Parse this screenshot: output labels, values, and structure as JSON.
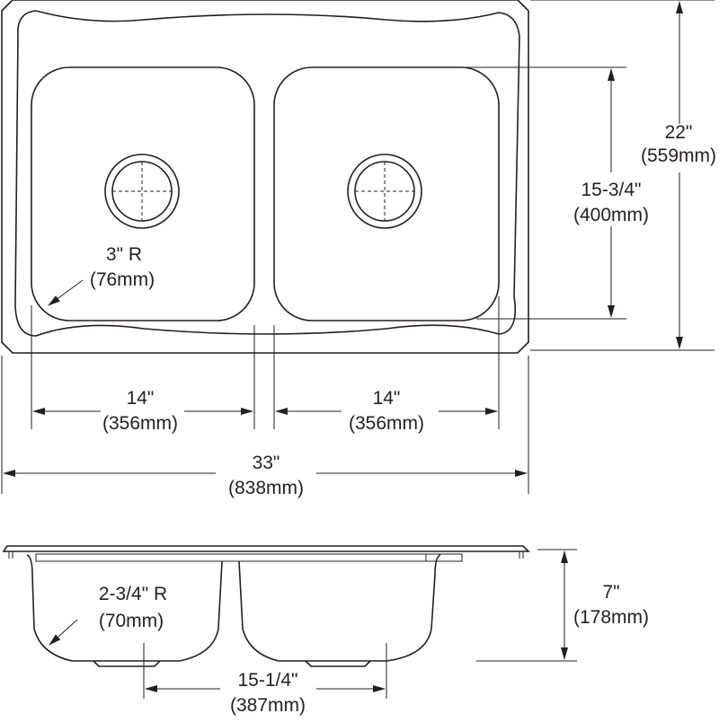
{
  "top_view": {
    "height_dim": {
      "imperial": "22\"",
      "metric": "(559mm)"
    },
    "bowl_length_dim": {
      "imperial": "15-3/4\"",
      "metric": "(400mm)"
    },
    "corner_radius": {
      "imperial": "3\" R",
      "metric": "(76mm)"
    },
    "left_bowl_width": {
      "imperial": "14\"",
      "metric": "(356mm)"
    },
    "right_bowl_width": {
      "imperial": "14\"",
      "metric": "(356mm)"
    },
    "overall_width": {
      "imperial": "33\"",
      "metric": "(838mm)"
    }
  },
  "side_view": {
    "bottom_radius": {
      "imperial": "2-3/4\" R",
      "metric": "(70mm)"
    },
    "depth_dim": {
      "imperial": "7\"",
      "metric": "(178mm)"
    },
    "drain_spacing": {
      "imperial": "15-1/4\"",
      "metric": "(387mm)"
    }
  }
}
